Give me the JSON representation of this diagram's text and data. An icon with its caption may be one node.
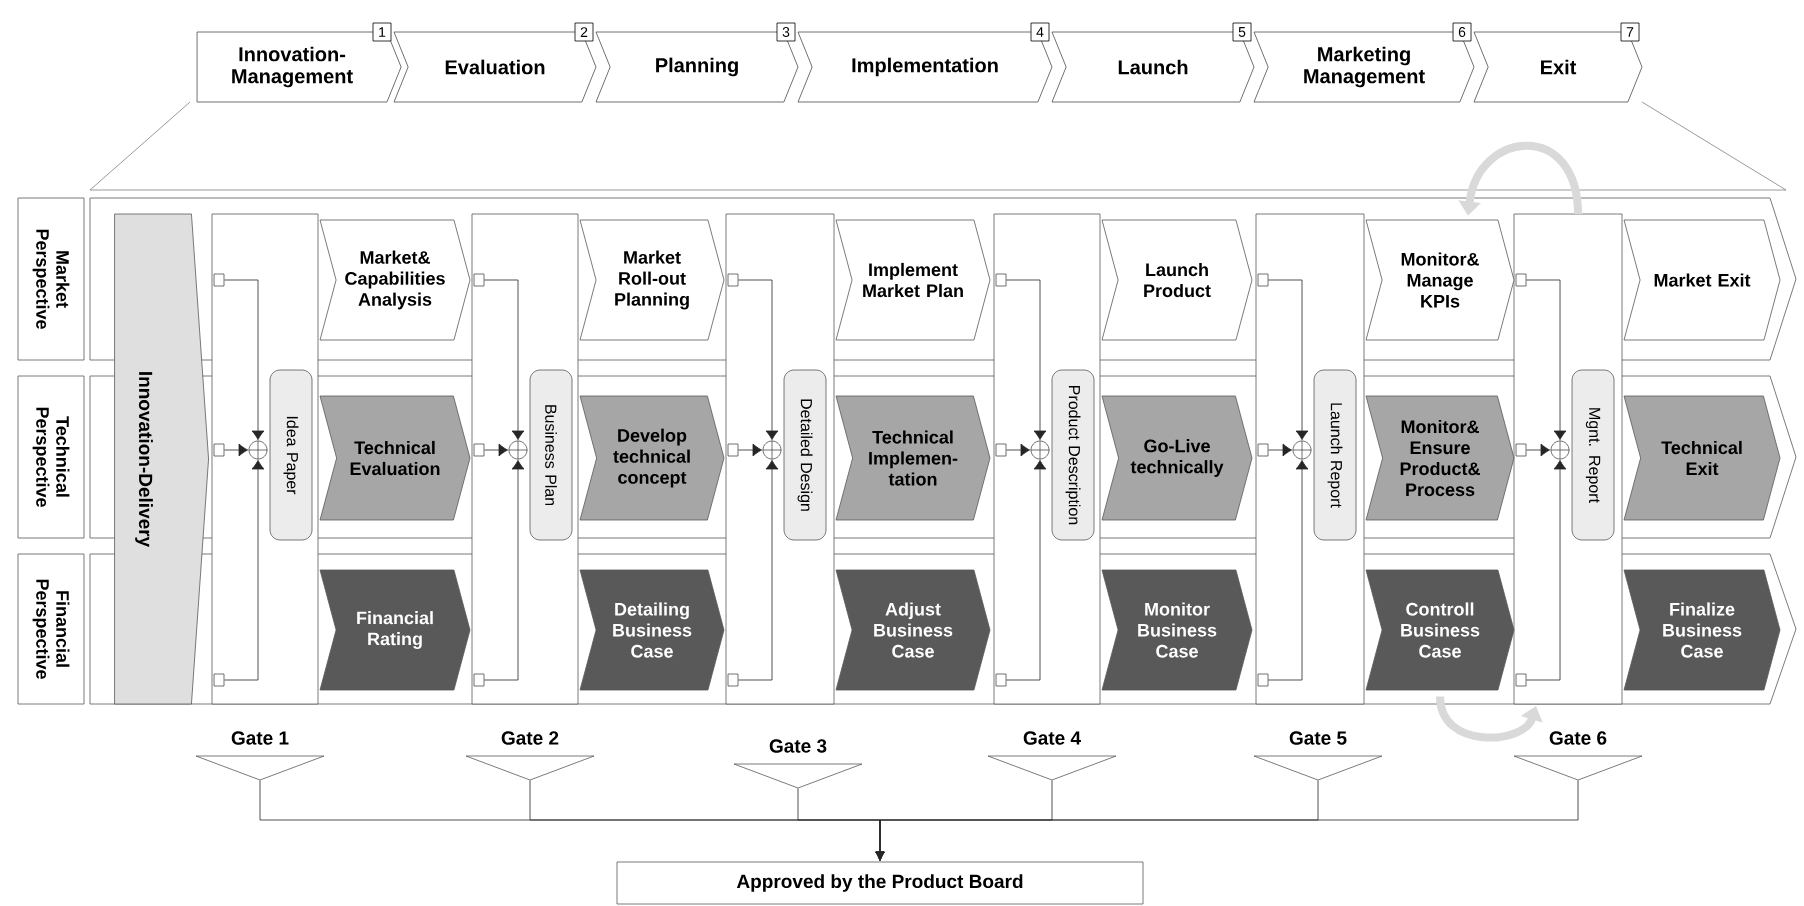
{
  "diagram": {
    "nodes": [
      {
        "text": [
          "Innovation-Management"
        ],
        "beside": [
          "1"
        ]
      },
      {
        "text": [
          "Evaluation"
        ],
        "beside": [
          "2"
        ]
      },
      {
        "text": [
          "Planning"
        ],
        "beside": [
          "3"
        ]
      },
      {
        "text": [
          "Implementation"
        ],
        "beside": [
          "4"
        ]
      },
      {
        "text": [
          "Launch"
        ],
        "beside": [
          "5"
        ]
      },
      {
        "text": [
          "Marketing Management"
        ],
        "beside": [
          "6"
        ]
      },
      {
        "text": [
          "Exit"
        ],
        "beside": [
          "7"
        ]
      },
      {
        "text": [
          "Market Perspective"
        ]
      },
      {
        "text": [
          "Technical Perspective"
        ]
      },
      {
        "text": [
          "Financial Perspective"
        ]
      },
      {
        "text": [
          "Innovation-Delivery"
        ]
      },
      {
        "text": [],
        "shape": "box"
      },
      {
        "text": [],
        "shape": "box"
      },
      {
        "text": [],
        "shape": "box"
      },
      {
        "text": [],
        "shape": "box"
      },
      {
        "text": [],
        "shape": "box"
      },
      {
        "text": [],
        "shape": "box"
      },
      {
        "text": [
          "Idea Paper"
        ],
        "in": 11
      },
      {
        "text": [
          "Business Plan"
        ],
        "in": 12
      },
      {
        "text": [
          "Detailed Design"
        ],
        "in": 13
      },
      {
        "text": [
          "Product Description"
        ],
        "in": 14
      },
      {
        "text": [
          "Launch Report"
        ],
        "in": 15
      },
      {
        "text": [
          "Mgnt. Report"
        ],
        "in": 16
      },
      {
        "text": [
          "Market& Capabilities Analysis"
        ]
      },
      {
        "text": [
          "Market Roll-out Planning"
        ]
      },
      {
        "text": [
          "Implement Market Plan"
        ]
      },
      {
        "text": [
          "Launch Product"
        ]
      },
      {
        "text": [
          "Monitor& Manage KPIs"
        ]
      },
      {
        "text": [
          "Market Exit"
        ]
      },
      {
        "text": [
          "Technical Evaluation"
        ]
      },
      {
        "text": [
          "Develop technical concept"
        ]
      },
      {
        "text": [
          "Technical Implemen-tation"
        ]
      },
      {
        "text": [
          "Go-Live technically"
        ]
      },
      {
        "text": [
          "Monitor& Ensure Product& Process"
        ]
      },
      {
        "text": [
          "Technical Exit"
        ]
      },
      {
        "text": [
          "Financial Rating"
        ]
      },
      {
        "text": [
          "Detailing Business Case"
        ]
      },
      {
        "text": [
          "Adjust Business Case"
        ]
      },
      {
        "text": [
          "Monitor Business Case"
        ]
      },
      {
        "text": [
          "Controll Business Case"
        ]
      },
      {
        "text": [
          "Finalize Business Case"
        ]
      },
      {
        "text": [],
        "shape": "triangle",
        "beside": [
          "Gate 1"
        ]
      },
      {
        "text": [],
        "shape": "triangle",
        "beside": [
          "Gate 2"
        ]
      },
      {
        "text": [],
        "shape": "triangle",
        "beside": [
          "Gate 3"
        ]
      },
      {
        "text": [],
        "shape": "triangle",
        "beside": [
          "Gate 4"
        ]
      },
      {
        "text": [],
        "shape": "triangle",
        "beside": [
          "Gate 5"
        ]
      },
      {
        "text": [],
        "shape": "triangle",
        "beside": [
          "Gate 6"
        ]
      },
      {
        "text": [
          "Approved by the Product Board"
        ]
      },
      {
        "text": [],
        "shape": "box",
        "in": 11
      },
      {
        "text": [],
        "shape": "box",
        "in": 11
      },
      {
        "text": [],
        "shape": "box",
        "in": 11
      },
      {
        "text": [],
        "shape": "box",
        "in": 12
      },
      {
        "text": [],
        "shape": "box",
        "in": 12
      },
      {
        "text": [],
        "shape": "box",
        "in": 12
      },
      {
        "text": [],
        "shape": "box",
        "in": 13
      },
      {
        "text": [],
        "shape": "box",
        "in": 13
      },
      {
        "text": [],
        "shape": "box",
        "in": 13
      },
      {
        "text": [],
        "shape": "box",
        "in": 14
      },
      {
        "text": [],
        "shape": "box",
        "in": 14
      },
      {
        "text": [],
        "shape": "box",
        "in": 14
      },
      {
        "text": [],
        "shape": "box",
        "in": 15
      },
      {
        "text": [],
        "shape": "box",
        "in": 15
      },
      {
        "text": [],
        "shape": "box",
        "in": 15
      },
      {
        "text": [],
        "shape": "box",
        "in": 16
      },
      {
        "text": [],
        "shape": "box",
        "in": 16
      },
      {
        "text": [],
        "shape": "box",
        "in": 16
      },
      {
        "text": [],
        "shape": "circle",
        "in": 11
      },
      {
        "text": [],
        "shape": "circle",
        "in": 12
      },
      {
        "text": [],
        "shape": "circle",
        "in": 13
      },
      {
        "text": [],
        "shape": "circle",
        "in": 14
      },
      {
        "text": [],
        "shape": "circle",
        "in": 15
      },
      {
        "text": [],
        "shape": "circle",
        "in": 16
      }
    ],
    "edges": [
      {
        "from": 41,
        "to": 47,
        "arrow": "to"
      },
      {
        "from": 42,
        "to": 47,
        "arrow": "to"
      },
      {
        "from": 43,
        "to": 47,
        "arrow": "to"
      },
      {
        "from": 44,
        "to": 47,
        "arrow": "to"
      },
      {
        "from": 45,
        "to": 47,
        "arrow": "to"
      },
      {
        "from": 46,
        "to": 47,
        "arrow": "to"
      },
      {
        "from": 16,
        "to": 27,
        "arrow": "to",
        "style": "thick",
        "color": "#d9d9d9"
      },
      {
        "from": 39,
        "to": 16,
        "arrow": "to",
        "style": "thick",
        "color": "#d9d9d9"
      },
      {
        "from": 48,
        "to": 66,
        "arrow": "to"
      },
      {
        "from": 49,
        "to": 66,
        "arrow": "to"
      },
      {
        "from": 50,
        "to": 66,
        "arrow": "to"
      },
      {
        "from": 51,
        "to": 67,
        "arrow": "to"
      },
      {
        "from": 52,
        "to": 67,
        "arrow": "to"
      },
      {
        "from": 53,
        "to": 67,
        "arrow": "to"
      },
      {
        "from": 54,
        "to": 68,
        "arrow": "to"
      },
      {
        "from": 55,
        "to": 68,
        "arrow": "to"
      },
      {
        "from": 56,
        "to": 68,
        "arrow": "to"
      },
      {
        "from": 57,
        "to": 69,
        "arrow": "to"
      },
      {
        "from": 58,
        "to": 69,
        "arrow": "to"
      },
      {
        "from": 59,
        "to": 69,
        "arrow": "to"
      },
      {
        "from": 60,
        "to": 70,
        "arrow": "to"
      },
      {
        "from": 61,
        "to": 70,
        "arrow": "to"
      },
      {
        "from": 62,
        "to": 70,
        "arrow": "to"
      },
      {
        "from": 63,
        "to": 71,
        "arrow": "to"
      },
      {
        "from": 64,
        "to": 71,
        "arrow": "to"
      },
      {
        "from": 65,
        "to": 71,
        "arrow": "to"
      }
    ]
  }
}
